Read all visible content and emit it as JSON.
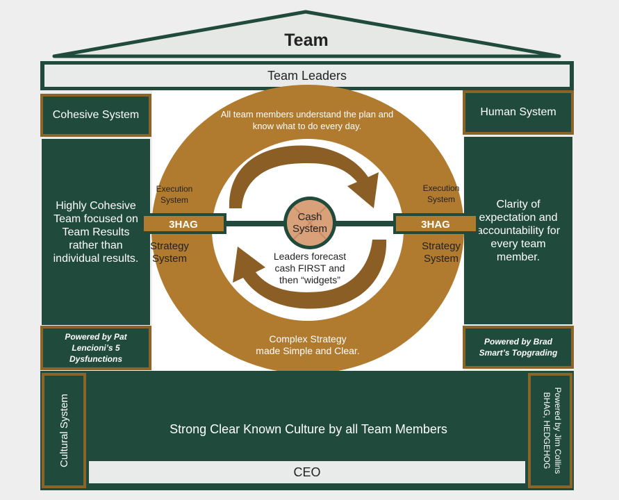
{
  "roof": {
    "title": "Team"
  },
  "team_leaders": "Team Leaders",
  "left": {
    "system": "Cohesive System",
    "description": "Highly Cohesive Team focused on Team Results rather than individual results.",
    "powered_by": "Powered by Pat Lencioni’s 5 Dysfunctions"
  },
  "right": {
    "system": "Human System",
    "description": "Clarity of expectation and accountability for every team member.",
    "powered_by": "Powered by Brad Smart’s Topgrading"
  },
  "center": {
    "top_text_1": "All team members understand the plan and",
    "top_text_2": "know what to do every day.",
    "bottom_text_1": "Complex Strategy",
    "bottom_text_2": "made Simple and Clear.",
    "execution_1": "Execution",
    "execution_2": "System",
    "strategy_1": "Strategy",
    "strategy_2": "System",
    "hag": "3HAG",
    "cash_1": "Cash",
    "cash_2": "System",
    "forecast_1": "Leaders forecast",
    "forecast_2": "cash FIRST and",
    "forecast_3": "then “widgets”"
  },
  "bottom": {
    "cultural_system": "Cultural System",
    "culture": "Strong Clear Known Culture by all Team Members",
    "ceo": "CEO",
    "collins_1": "Powered by Jim Collins",
    "collins_2": "BHAG, HEDGEHOG"
  },
  "colors": {
    "green": "#1f4a3c",
    "bronze": "#b07a2f",
    "light": "#e8ebe9"
  }
}
